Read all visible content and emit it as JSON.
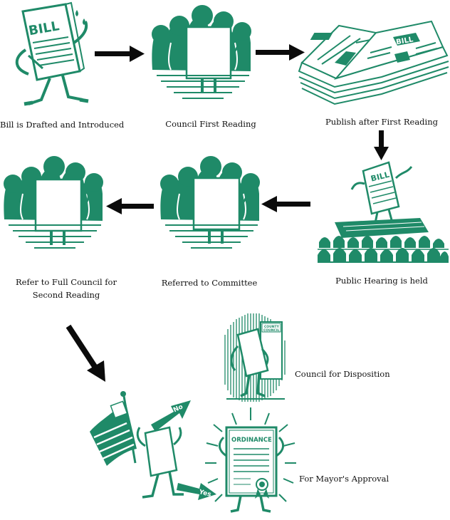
{
  "colors": {
    "green": "#1f8a68",
    "dark": "#0b0b0b",
    "paper": "#ffffff"
  },
  "steps": [
    {
      "caption": "Bill is Drafted and Introduced",
      "art_label": "BILL",
      "icon": "bill-character-icon"
    },
    {
      "caption": "Council First Reading",
      "icon": "council-reading-icon"
    },
    {
      "caption": "Publish after First Reading",
      "art_label": "BILL",
      "icon": "newspaper-icon"
    },
    {
      "caption": "Public Hearing is held",
      "art_label": "BILL",
      "icon": "public-hearing-icon"
    },
    {
      "caption": "Referred to Committee",
      "icon": "committee-icon"
    },
    {
      "caption_line1": "Refer to Full Council for",
      "caption_line2": "Second Reading",
      "icon": "full-council-icon"
    },
    {
      "caption": "Council for Disposition",
      "art_label_1": "COUNTY",
      "art_label_2": "COUNCIL",
      "icon": "council-door-icon"
    },
    {
      "caption": "For Mayor's Approval",
      "art_label": "ORDINANCE",
      "icon": "ordinance-icon"
    }
  ],
  "vote": {
    "no_label": "No",
    "yes_label": "Yes"
  }
}
